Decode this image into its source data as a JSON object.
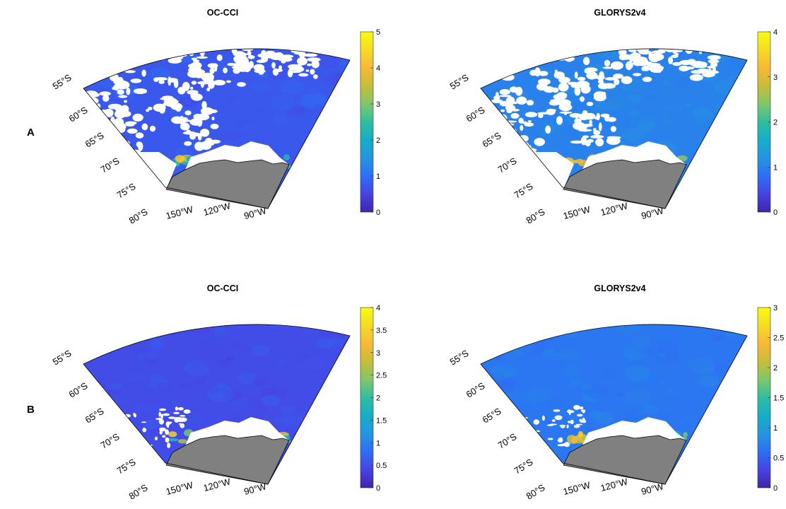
{
  "figure": {
    "rows": [
      {
        "label": "A"
      },
      {
        "label": "B"
      }
    ],
    "panels": [
      {
        "id": "a1",
        "row": 0,
        "col": 0,
        "title": "OC-CCI",
        "colorbar": {
          "min": 0,
          "max": 5,
          "ticks": [
            "0",
            "1",
            "2",
            "3",
            "4",
            "5"
          ]
        },
        "cover": "cloud",
        "field_level": 0.15
      },
      {
        "id": "a2",
        "row": 0,
        "col": 1,
        "title": "GLORYS2v4",
        "colorbar": {
          "min": 0,
          "max": 4,
          "ticks": [
            "0",
            "1",
            "2",
            "3",
            "4"
          ]
        },
        "cover": "cloud",
        "field_level": 0.25
      },
      {
        "id": "b1",
        "row": 1,
        "col": 0,
        "title": "OC-CCI",
        "colorbar": {
          "min": 0,
          "max": 4,
          "ticks": [
            "0",
            "0.5",
            "1",
            "1.5",
            "2",
            "2.5",
            "3",
            "3.5",
            "4"
          ]
        },
        "cover": "light",
        "field_level": 0.12
      },
      {
        "id": "b2",
        "row": 1,
        "col": 1,
        "title": "GLORYS2v4",
        "colorbar": {
          "min": 0,
          "max": 3,
          "ticks": [
            "0",
            "0.5",
            "1",
            "1.5",
            "2",
            "2.5",
            "3"
          ]
        },
        "cover": "light",
        "field_level": 0.22
      }
    ],
    "lat_labels": [
      "55°S",
      "60°S",
      "65°S",
      "70°S",
      "75°S",
      "80°S"
    ],
    "lon_labels": [
      "150°W",
      "120°W",
      "90°W"
    ],
    "colors": {
      "colormap": [
        "#3e26a8",
        "#4743e2",
        "#2d6ff5",
        "#2595e0",
        "#14afc8",
        "#2fbea0",
        "#80c76a",
        "#c8bd38",
        "#f7b936",
        "#f5dc25",
        "#f9fb0e"
      ],
      "land": "#808080",
      "missing": "#ffffff"
    }
  }
}
